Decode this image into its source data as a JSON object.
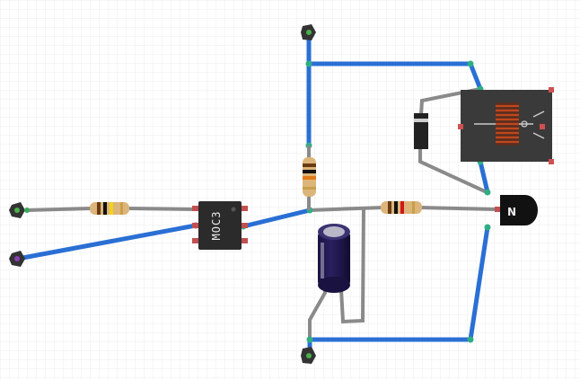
{
  "breadboard": {
    "background": "#ffffff",
    "grid_color": "#e9e9e9",
    "wire_blue": "#2a6fd4",
    "wire_grey": "#8a8a8a"
  },
  "components": {
    "optocoupler_label": "MOC3",
    "terminals": [
      "input-top",
      "input-bottom",
      "supply-top",
      "supply-bottom"
    ],
    "resistors": [
      "input-resistor",
      "pullup-resistor",
      "base-resistor"
    ],
    "relay": "relay",
    "diode": "flyback-diode",
    "capacitor": "electrolytic-capacitor",
    "transistor": "npn-transistor"
  }
}
